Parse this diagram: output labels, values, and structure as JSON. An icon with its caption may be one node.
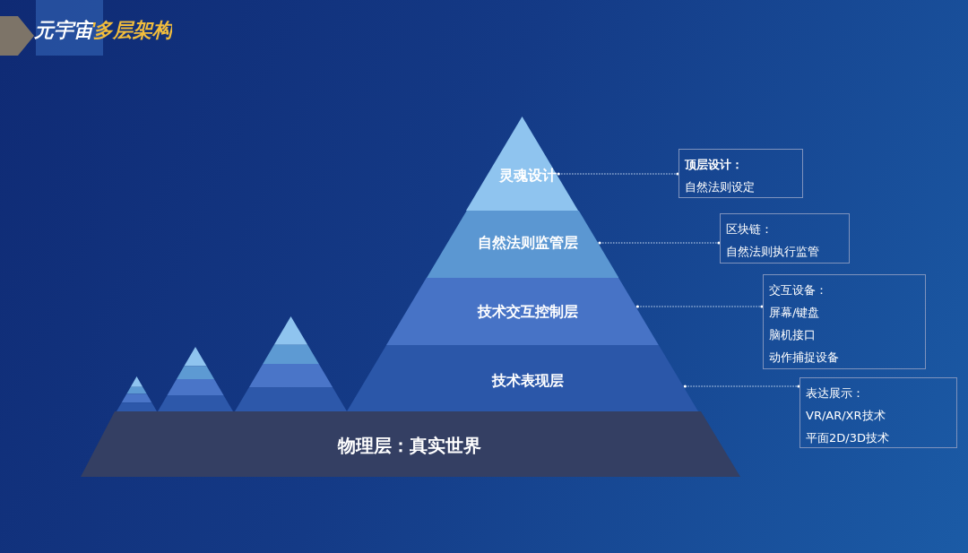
{
  "diagram": {
    "title": "元宇宙多层架构",
    "nodes": [
      {
        "text": [
          "灵魂设计"
        ]
      },
      {
        "text": [
          "自然法则监管层"
        ]
      },
      {
        "text": [
          "技术交互控制层"
        ]
      },
      {
        "text": [
          "技术表现层"
        ]
      },
      {
        "text": [
          "物理层：真实世界"
        ]
      },
      {
        "text": [
          "顶层设计：",
          "自然法则设定"
        ]
      },
      {
        "text": [
          "区块链：",
          "自然法则执行监管"
        ]
      },
      {
        "text": [
          "交互设备：",
          "屏幕/键盘",
          "脑机接口",
          "动作捕捉设备"
        ]
      },
      {
        "text": [
          "表达展示：",
          "VR/AR/XR技术",
          "平面2D/3D技术"
        ]
      }
    ],
    "edges": [
      {
        "from": 0,
        "to": 5,
        "arrow": "other",
        "style": "dashed"
      },
      {
        "from": 1,
        "to": 6,
        "arrow": "other",
        "style": "dashed"
      },
      {
        "from": 2,
        "to": 7,
        "arrow": "other",
        "style": "dashed"
      },
      {
        "from": 3,
        "to": 8,
        "arrow": "other",
        "style": "dashed"
      }
    ]
  }
}
